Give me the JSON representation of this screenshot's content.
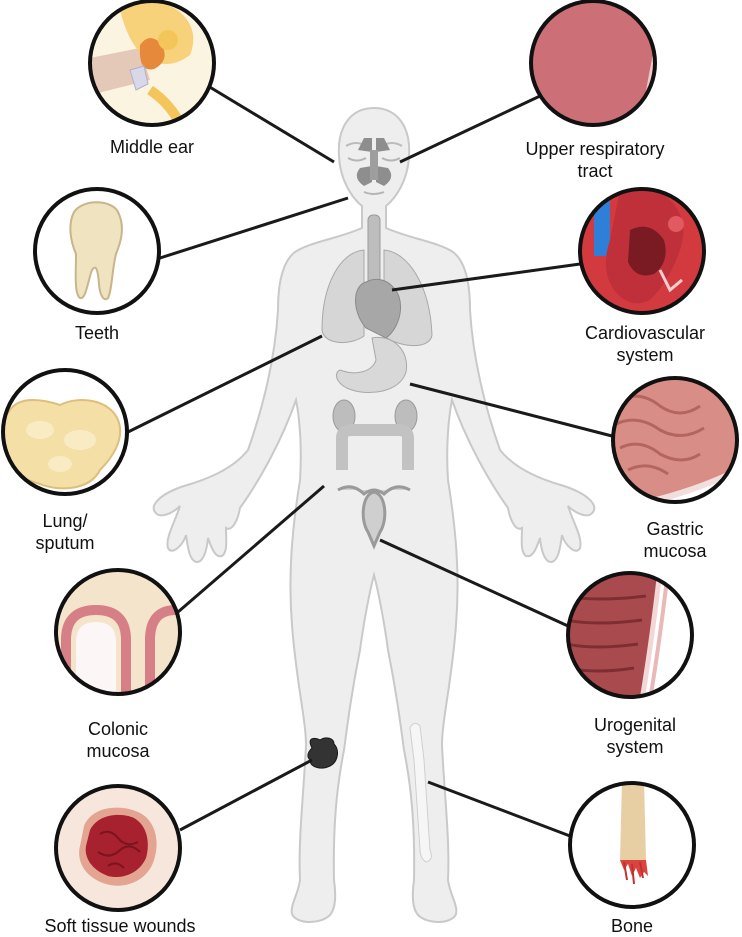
{
  "colors": {
    "body_fill": "#eeeeee",
    "body_stroke": "#c9c9c9",
    "organ_fill": "#c8c8c8",
    "organ_stroke": "#9a9a9a",
    "connector": "#1a1a1a",
    "circle_border": "#111111",
    "tissue_red": "#c0303a",
    "mucosa_pink": "#d77f86",
    "sputum_yellow": "#f4dfa7",
    "tooth_cream": "#efe3c0"
  },
  "labels": {
    "middle_ear": [
      "Middle ear"
    ],
    "teeth": [
      "Teeth"
    ],
    "lung_sputum": [
      "Lung/",
      "sputum"
    ],
    "colonic_mucosa": [
      "Colonic",
      "mucosa"
    ],
    "soft_tissue": [
      "Soft tissue wounds"
    ],
    "upper_resp": [
      "Upper respiratory",
      "tract"
    ],
    "cardio": [
      "Cardiovascular",
      "system"
    ],
    "gastric": [
      "Gastric",
      "mucosa"
    ],
    "urogenital": [
      "Urogenital",
      "system"
    ],
    "bone": [
      "Bone"
    ]
  },
  "icons": {
    "middle_ear": "ear-anatomy-icon",
    "teeth": "molar-tooth-icon",
    "lung_sputum": "sputum-icon",
    "colonic_mucosa": "colon-villus-icon",
    "soft_tissue": "wound-icon",
    "upper_resp": "airway-tissue-icon",
    "cardio": "heart-icon",
    "gastric": "gastric-tissue-icon",
    "urogenital": "urogenital-tissue-icon",
    "bone": "bone-fracture-icon"
  }
}
